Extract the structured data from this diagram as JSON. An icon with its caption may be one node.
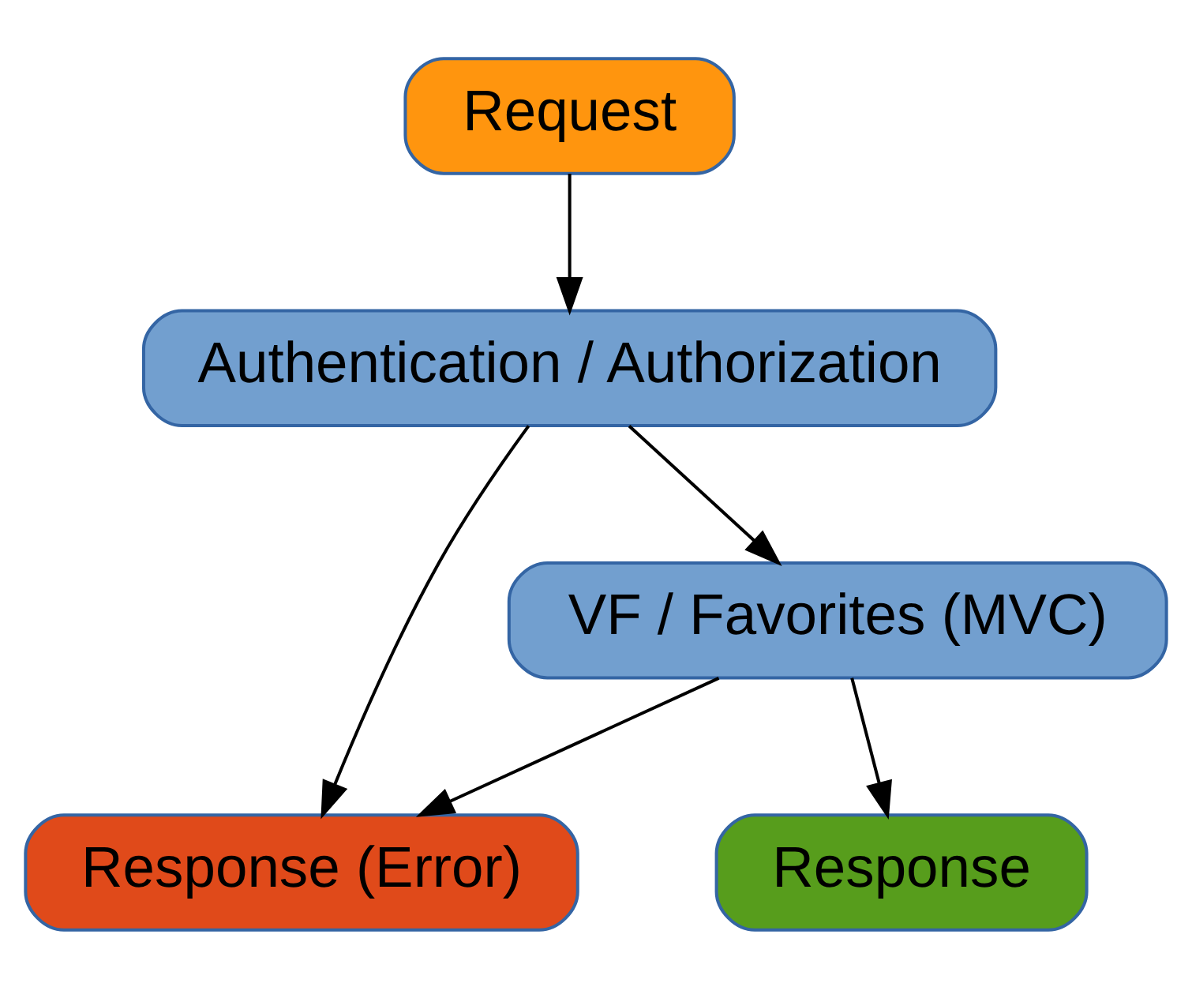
{
  "diagram": {
    "nodes": [
      {
        "text": [
          "Request"
        ]
      },
      {
        "text": [
          "Authentication / Authorization"
        ]
      },
      {
        "text": [
          "VF / Favorites (MVC)"
        ]
      },
      {
        "text": [
          "Response (Error)"
        ]
      },
      {
        "text": [
          "Response"
        ]
      }
    ],
    "edges": [
      {
        "from": 0,
        "to": 1,
        "arrow": "to"
      },
      {
        "from": 1,
        "to": 2,
        "arrow": "to"
      },
      {
        "from": 1,
        "to": 3,
        "arrow": "to"
      },
      {
        "from": 2,
        "to": 3,
        "arrow": "to"
      },
      {
        "from": 2,
        "to": 4,
        "arrow": "to"
      }
    ]
  }
}
